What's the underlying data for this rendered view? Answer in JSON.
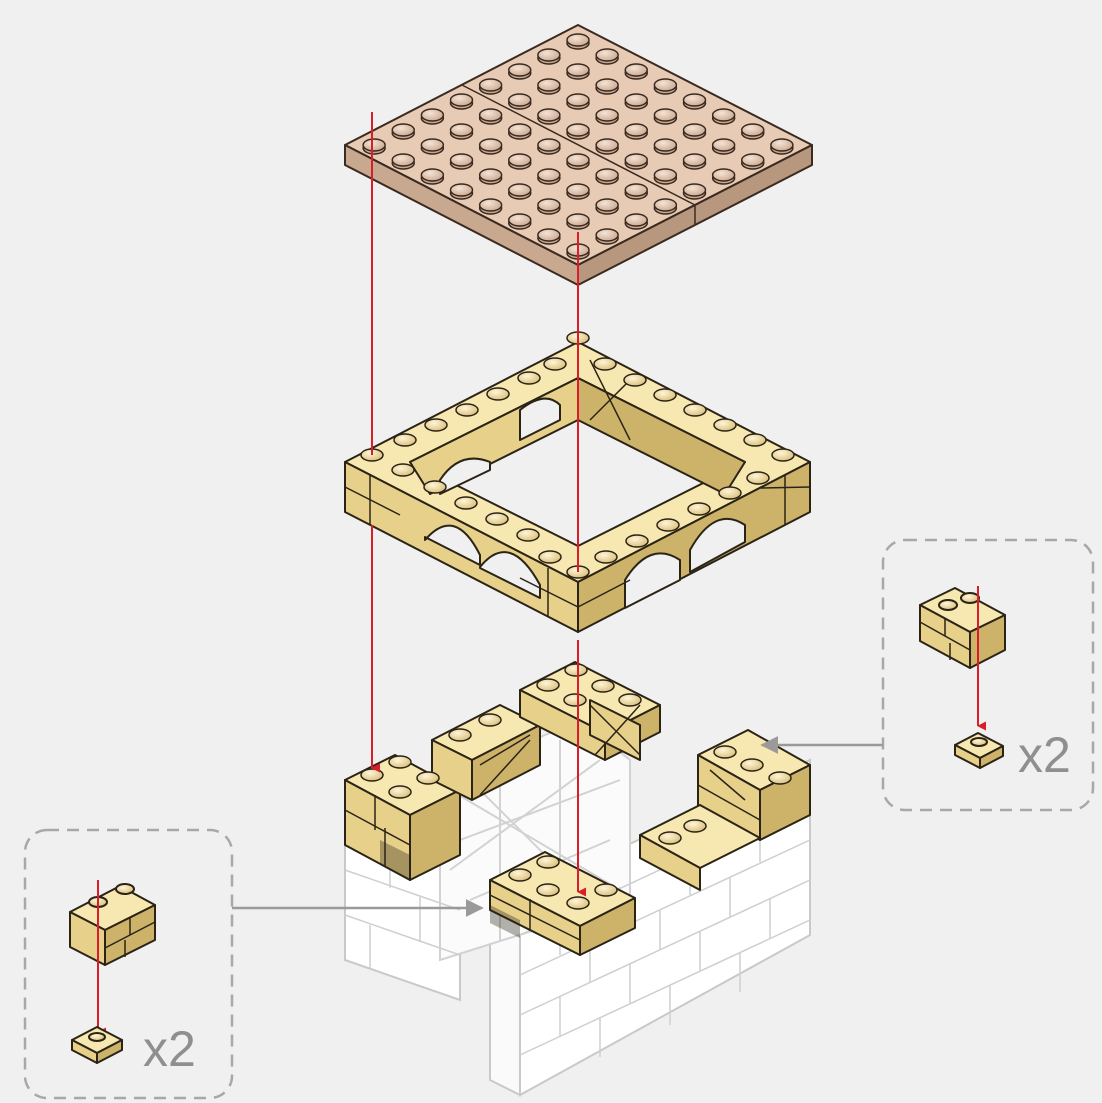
{
  "colors": {
    "background": "#f0f0f0",
    "plate_top": "#e8cbb5",
    "plate_side": "#c9a890",
    "brick_top": "#f7e7b0",
    "brick_front": "#e6d08a",
    "brick_side": "#cdb36a",
    "brick_edge": "#2b2416",
    "ghost_fill": "#ffffff",
    "ghost_line": "#c9c9c9",
    "arrow_red": "#d81e2a",
    "pointer_gray": "#9a9a9a",
    "callout_border": "#a8a8a8",
    "callout_text": "#8f8f8f"
  },
  "steps": {
    "top_plate": {
      "part": "tan-8x8-plate",
      "studs": "8x8"
    },
    "arch_frame": {
      "part": "tan-arch-ring"
    },
    "battlements": {
      "part": "tan-masonry-bricks"
    },
    "base": {
      "part": "ghost-white-walls"
    }
  },
  "callouts": {
    "right": {
      "quantity": "x2",
      "icon": "masonry-brick-icon",
      "target": "round-tile-icon"
    },
    "left": {
      "quantity": "x2",
      "icon": "masonry-brick-icon",
      "target": "round-tile-icon"
    }
  }
}
